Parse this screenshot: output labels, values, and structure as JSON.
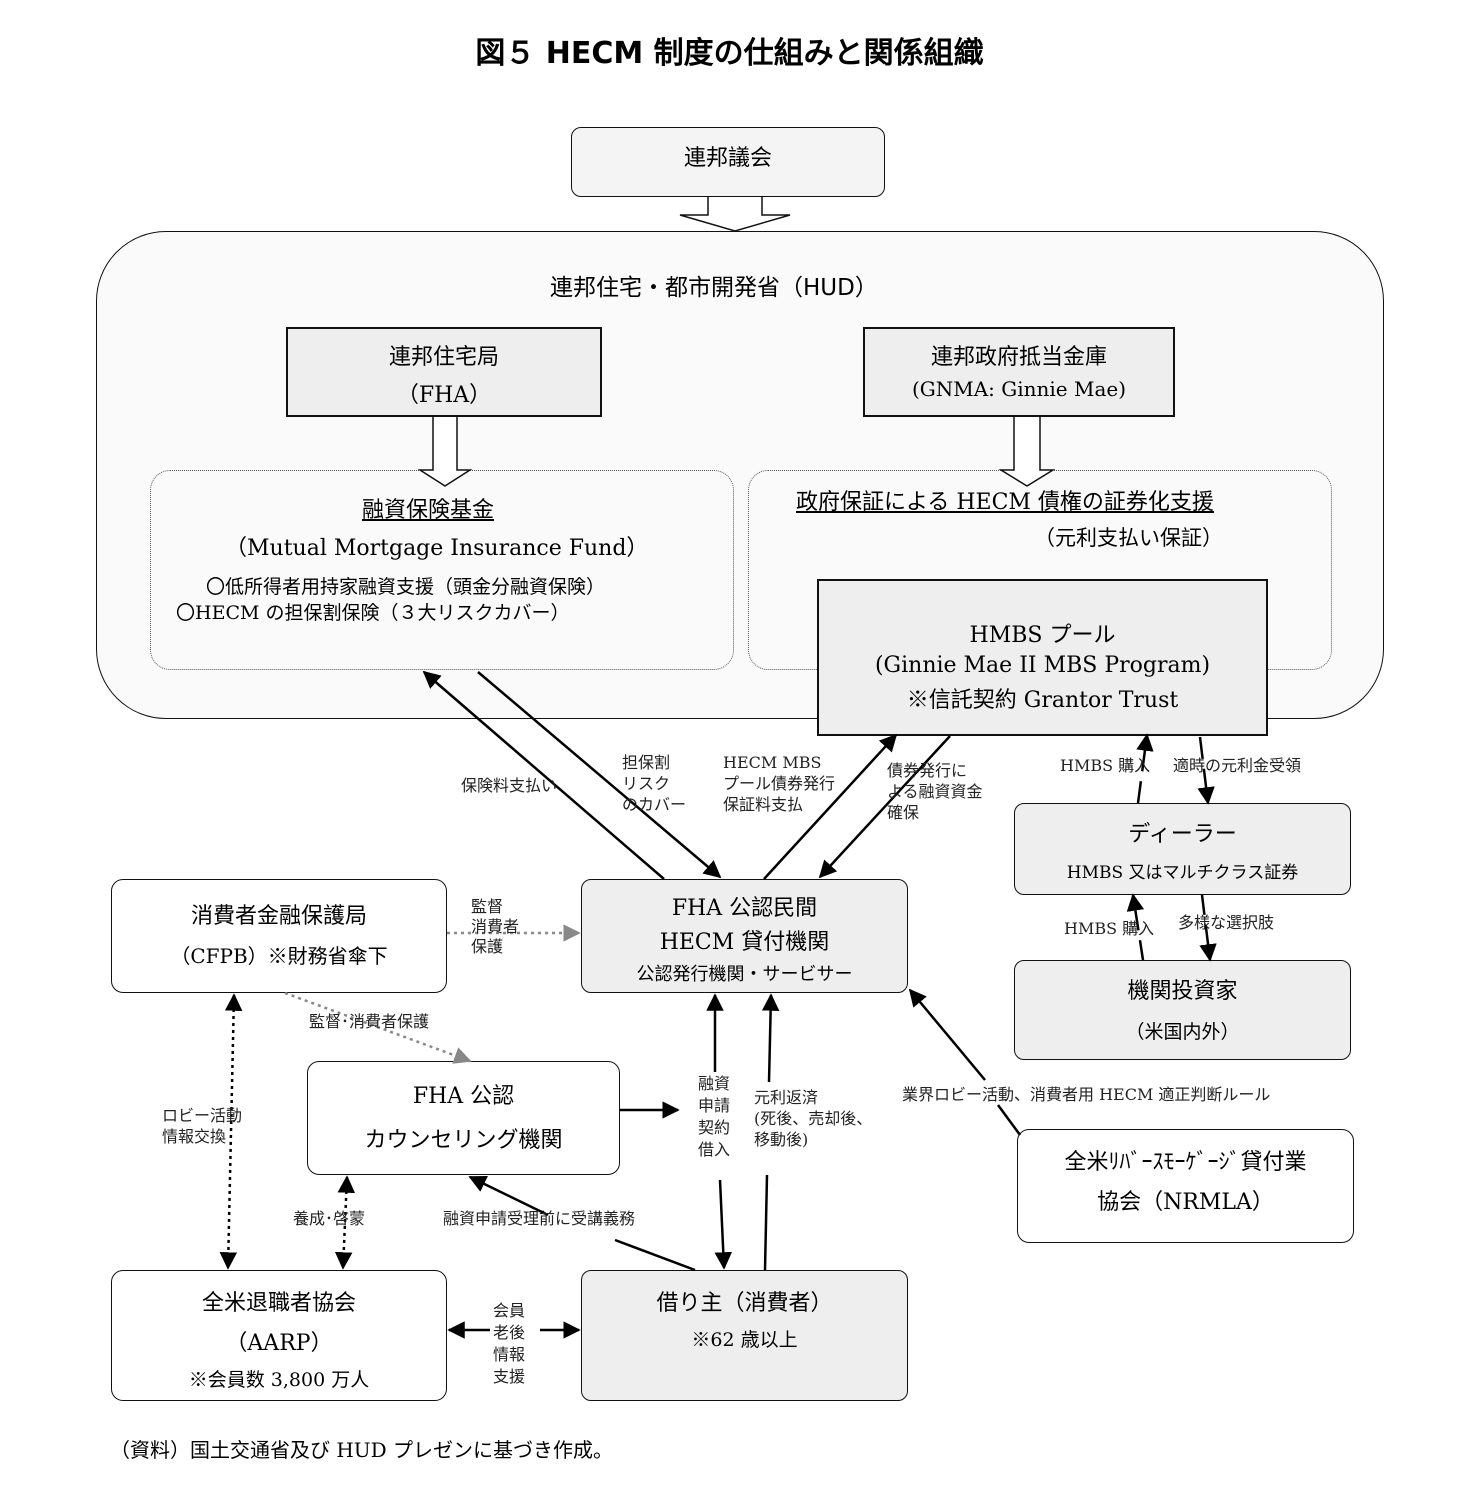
{
  "title": "図５ HECM 制度の仕組みと関係組織",
  "congress": "連邦議会",
  "hud": {
    "label": "連邦住宅・都市開発省（HUD）"
  },
  "fha": {
    "line1": "連邦住宅局",
    "line2": "（FHA）"
  },
  "gnma": {
    "line1": "連邦政府抵当金庫",
    "line2": "(GNMA: Ginnie Mae)"
  },
  "mmif": {
    "title": "融資保険基金",
    "subtitle": "（Mutual Mortgage Insurance Fund）",
    "bullet1": "〇低所得者用持家融資支援（頭金分融資保険）",
    "bullet2": "〇HECM の担保割保険（３大リスクカバー）"
  },
  "securitization": {
    "title": "政府保証による HECM 債権の証券化支援",
    "subtitle": "（元利支払い保証）"
  },
  "hmbs": {
    "line1": "HMBS プール",
    "line2": "(Ginnie Mae II MBS Program)",
    "line3": "※信託契約  Grantor Trust"
  },
  "dealer": {
    "title": "ディーラー",
    "sub": "HMBS 又はマルチクラス証券"
  },
  "investor": {
    "title": "機関投資家",
    "sub": "（米国内外）"
  },
  "cfpb": {
    "line1": "消費者金融保護局",
    "line2": "（CFPB）※財務省傘下"
  },
  "lender": {
    "line1": "FHA 公認民間",
    "line2": "HECM 貸付機関",
    "line3": "公認発行機関・サービサー"
  },
  "counseling": {
    "line1": "FHA 公認",
    "line2": "カウンセリング機関"
  },
  "nrmla": {
    "line1": "全米ﾘﾊﾞｰｽﾓｰｹﾞｰｼﾞ貸付業",
    "line2": "協会（NRMLA）"
  },
  "aarp": {
    "line1": "全米退職者協会",
    "line2": "（AARP）",
    "line3": "※会員数 3,800 万人"
  },
  "borrower": {
    "line1": "借り主（消費者）",
    "line2": "※62 歳以上"
  },
  "labels": {
    "premium": "保険料支払い",
    "risk": [
      "担保割",
      "リスク",
      "のカバー"
    ],
    "guarantee_fee": [
      "HECM MBS",
      "プール債券発行",
      "保証料支払"
    ],
    "funding": [
      "債券発行に",
      "よる融資資金",
      "確保"
    ],
    "hmbs_buy1": "HMBS 購入",
    "timely_pay": "適時の元利金受領",
    "hmbs_buy2": "HMBS 購入",
    "choices": "多様な選択肢",
    "supervise1": [
      "監督",
      "消費者",
      "保護"
    ],
    "supervise2": "監督･消費者保護",
    "lobby_info": [
      "ロビー活動",
      "情報交換"
    ],
    "apply": [
      "融資",
      "申請",
      "契約",
      "借入"
    ],
    "repay": [
      "元利返済",
      "(死後、売却後、",
      "移動後)"
    ],
    "industry_lobby": "業界ロビー活動、消費者用 HECM 適正判断ルール",
    "training": "養成･啓蒙",
    "mandatory": "融資申請受理前に受講義務",
    "member": [
      "会員",
      "老後",
      "情報",
      "支援"
    ]
  },
  "source_note": "（資料）国土交通省及び HUD プレゼンに基づき作成。"
}
